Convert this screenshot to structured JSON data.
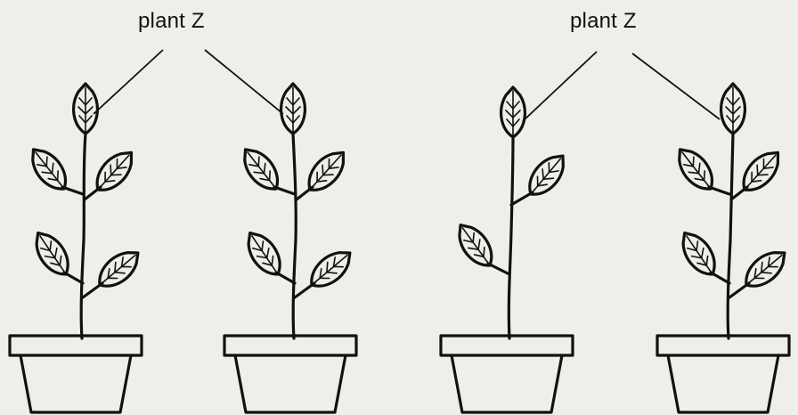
{
  "labels": {
    "left": "plant Z",
    "right": "plant Z"
  },
  "pairs": [
    {
      "name": "left-pair",
      "plants": [
        "plant-1",
        "plant-2"
      ]
    },
    {
      "name": "right-pair",
      "plants": [
        "plant-3",
        "plant-4"
      ]
    }
  ],
  "plants": [
    {
      "id": "plant-1",
      "leaves": 4,
      "terminal_bud": true
    },
    {
      "id": "plant-2",
      "leaves": 4,
      "terminal_bud": true
    },
    {
      "id": "plant-3",
      "leaves": 2,
      "terminal_bud": true
    },
    {
      "id": "plant-4",
      "leaves": 4,
      "terminal_bud": true
    }
  ]
}
